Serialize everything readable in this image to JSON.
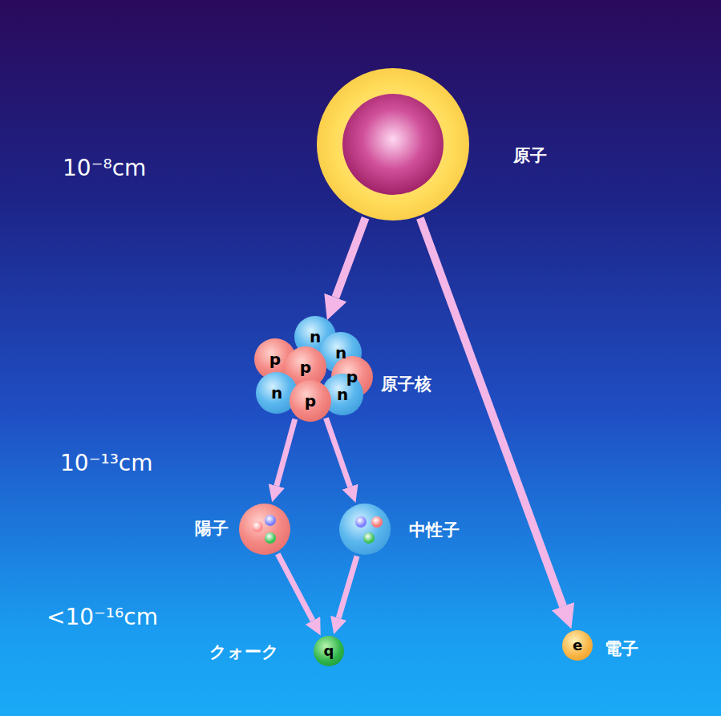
{
  "diagram": {
    "nodes": [
      {
        "text": [
          "原子"
        ]
      },
      {
        "text": [
          "原子核"
        ]
      },
      {
        "text": [
          "n"
        ],
        "in": 1
      },
      {
        "text": [
          "n"
        ],
        "in": 1
      },
      {
        "text": [
          "p"
        ],
        "in": 1
      },
      {
        "text": [
          "p"
        ],
        "in": 1
      },
      {
        "text": [
          "p"
        ],
        "in": 1
      },
      {
        "text": [
          "n"
        ],
        "in": 1
      },
      {
        "text": [
          "n"
        ],
        "in": 1
      },
      {
        "text": [
          "p"
        ],
        "in": 1
      },
      {
        "text": [
          "陽子"
        ]
      },
      {
        "text": [
          "中性子"
        ]
      },
      {
        "text": [
          "q",
          "クォーク"
        ]
      },
      {
        "text": [
          "e",
          "電子"
        ]
      }
    ],
    "edges": [
      {
        "from": 0,
        "to": 1,
        "arrow": "to"
      },
      {
        "from": 0,
        "to": 13,
        "arrow": "to"
      },
      {
        "from": 1,
        "to": 10,
        "arrow": "to"
      },
      {
        "from": 1,
        "to": 11,
        "arrow": "to"
      },
      {
        "from": 10,
        "to": 12,
        "arrow": "to"
      },
      {
        "from": 11,
        "to": 12,
        "arrow": "to"
      }
    ],
    "labels": [
      "10⁻⁸cm",
      "10⁻¹³cm",
      "<10⁻¹⁶cm"
    ]
  }
}
